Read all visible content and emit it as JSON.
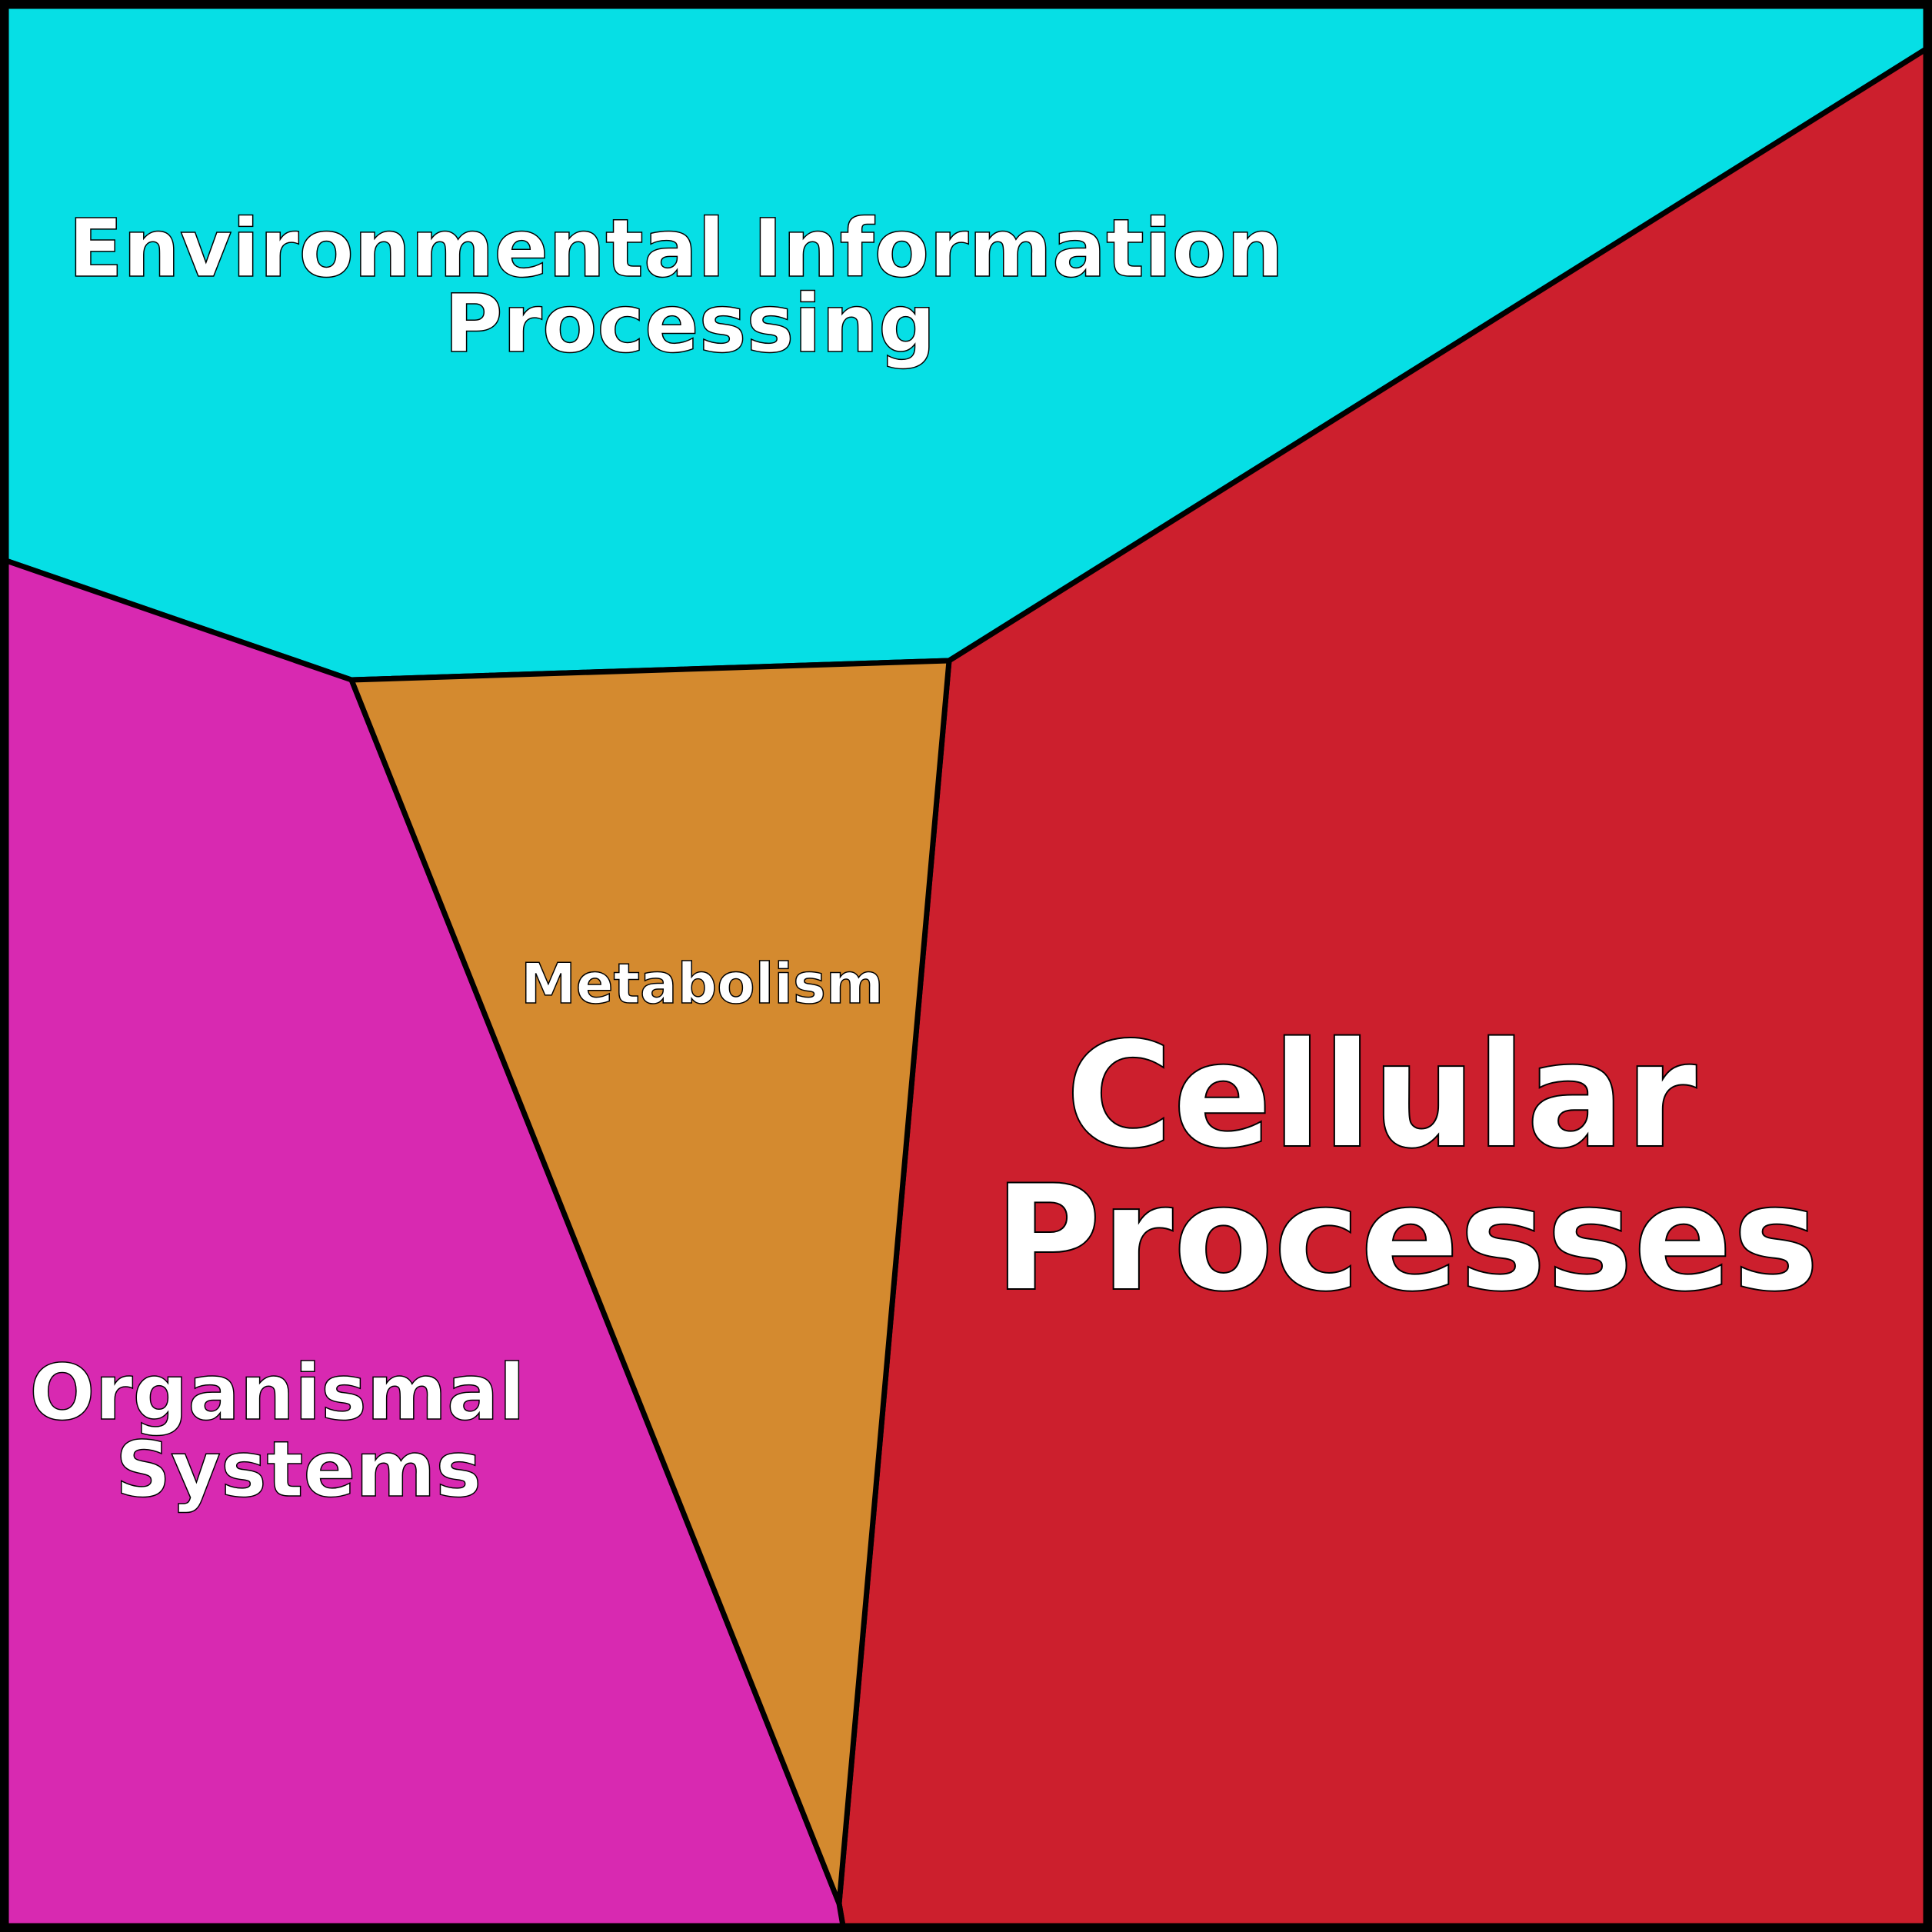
{
  "chart_data": {
    "type": "voronoi-treemap",
    "title": "",
    "cells": [
      {
        "name": "Environmental Information Processing",
        "lines": [
          "Environmental Information",
          "Processing"
        ],
        "share_pct": 26,
        "color": "#06dfe5"
      },
      {
        "name": "Cellular Processes",
        "lines": [
          "Cellular",
          "Processes"
        ],
        "share_pct": 43,
        "color": "#cc1f2d"
      },
      {
        "name": "Organismal Systems",
        "lines": [
          "Organismal",
          "Systems"
        ],
        "share_pct": 21,
        "color": "#d829b1"
      },
      {
        "name": "Metabolism",
        "lines": [
          "Metabolism"
        ],
        "share_pct": 10,
        "color": "#d48a2f"
      }
    ]
  }
}
